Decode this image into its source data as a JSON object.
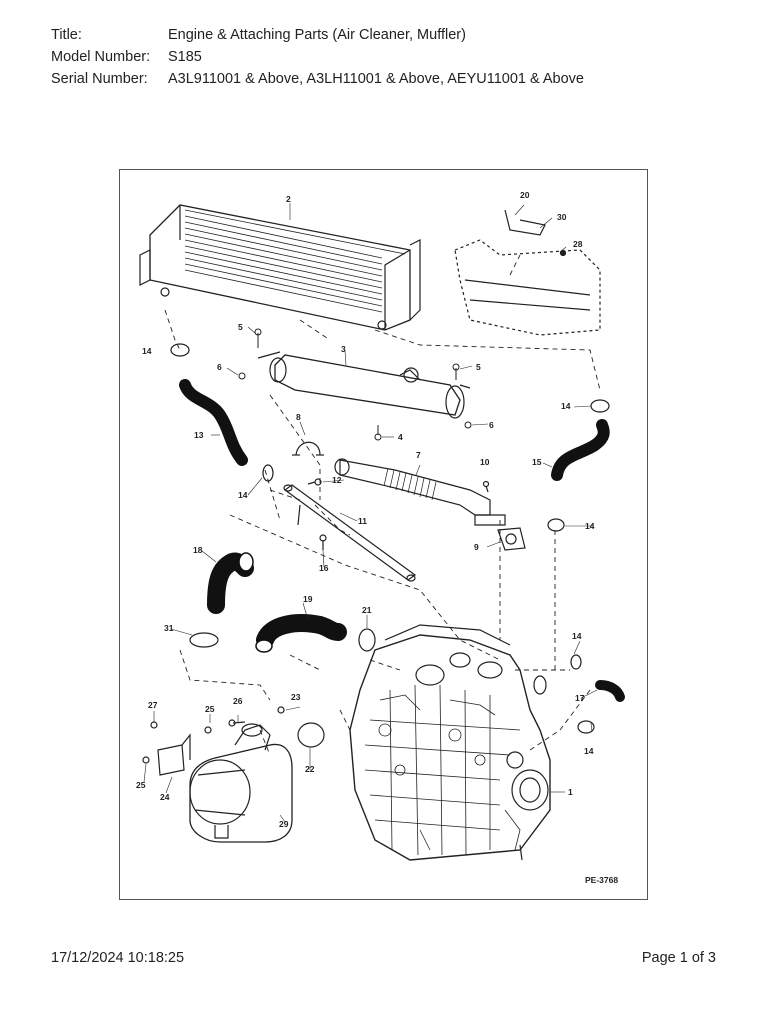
{
  "header": {
    "title_label": "Title:",
    "title_value": "Engine & Attaching Parts (Air Cleaner, Muffler)",
    "model_label": "Model Number:",
    "model_value": "S185",
    "serial_label": "Serial Number:",
    "serial_value": "A3L911001 & Above, A3LH11001 & Above, AEYU11001 & Above"
  },
  "diagram": {
    "figure_id": "PE-3768",
    "callouts": [
      "1",
      "2",
      "3",
      "4",
      "5",
      "5",
      "6",
      "6",
      "7",
      "8",
      "9",
      "10",
      "11",
      "12",
      "13",
      "14",
      "14",
      "14",
      "14",
      "14",
      "14",
      "15",
      "16",
      "17",
      "18",
      "19",
      "20",
      "21",
      "22",
      "23",
      "24",
      "25",
      "25",
      "26",
      "27",
      "28",
      "29",
      "30",
      "31"
    ]
  },
  "footer": {
    "timestamp": "17/12/2024 10:18:25",
    "page": "Page 1 of 3"
  }
}
